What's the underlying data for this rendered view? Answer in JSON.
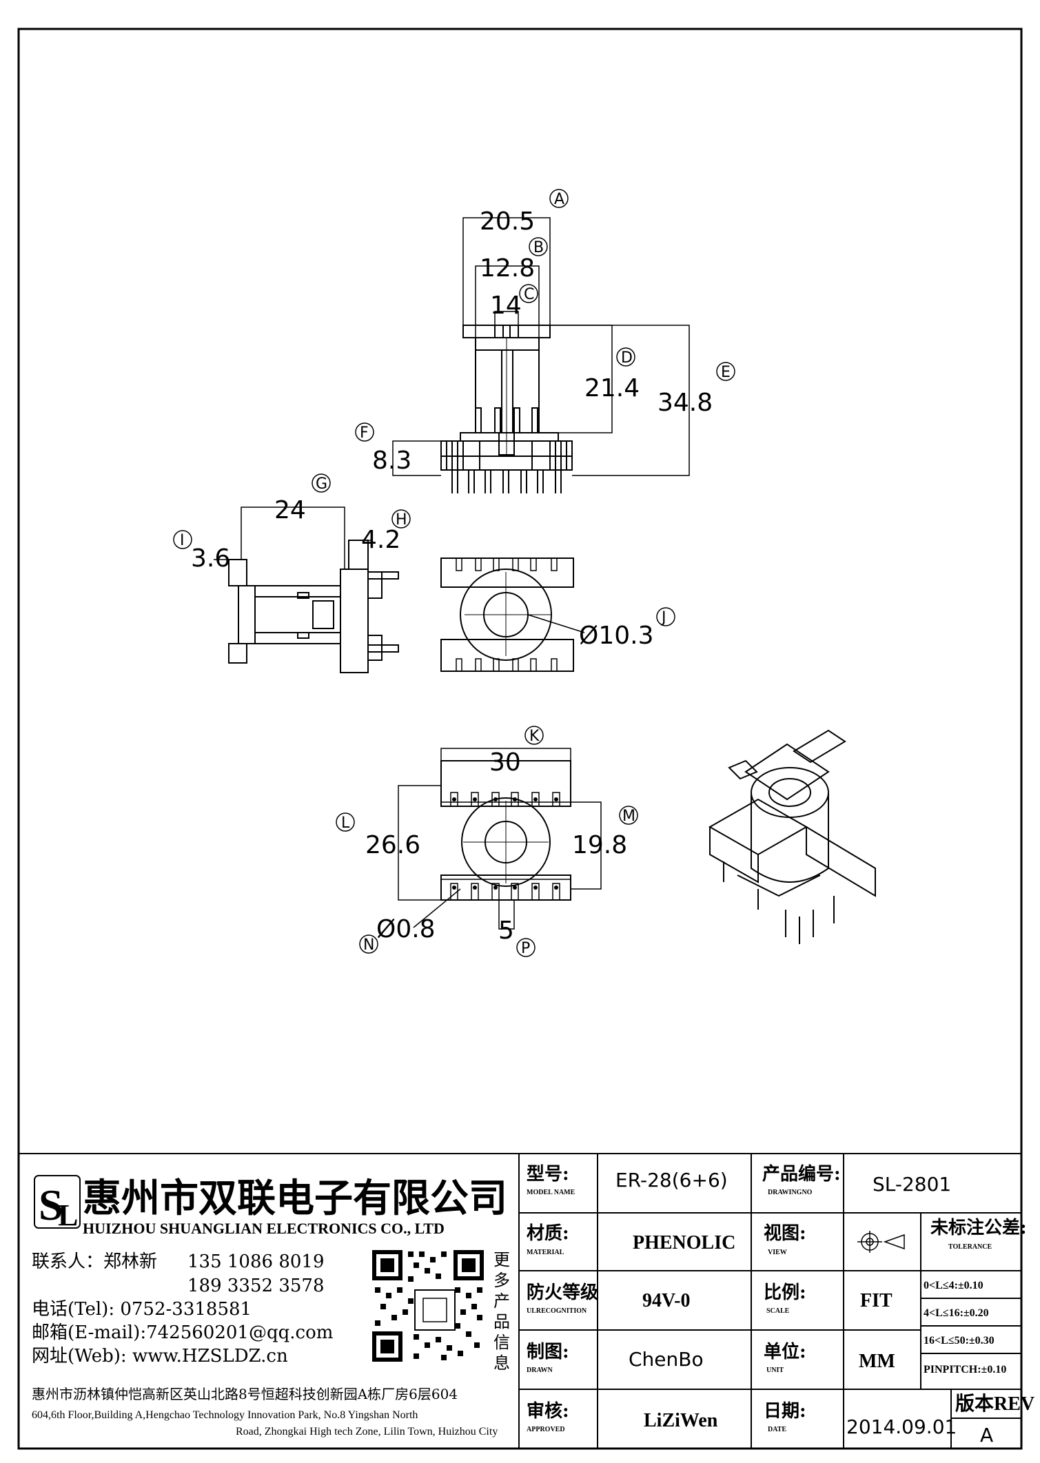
{
  "dimensions": {
    "A": {
      "tag": "A",
      "value": "20.5"
    },
    "B": {
      "tag": "B",
      "value": "12.8"
    },
    "C": {
      "tag": "C",
      "value": "14"
    },
    "D": {
      "tag": "D",
      "value": "21.4"
    },
    "E": {
      "tag": "E",
      "value": "34.8"
    },
    "F": {
      "tag": "F",
      "value": "8.3"
    },
    "G": {
      "tag": "G",
      "value": "24"
    },
    "H": {
      "tag": "H",
      "value": "4.2"
    },
    "I": {
      "tag": "I",
      "value": "3.6"
    },
    "J": {
      "tag": "J",
      "value": "Ø10.3"
    },
    "K": {
      "tag": "K",
      "value": "30"
    },
    "L": {
      "tag": "L",
      "value": "26.6"
    },
    "M": {
      "tag": "M",
      "value": "19.8"
    },
    "N": {
      "tag": "N",
      "value": "Ø0.8"
    },
    "P": {
      "tag": "P",
      "value": "5"
    }
  },
  "company": {
    "name_cn": "惠州市双联电子有限公司",
    "name_en": "HUIZHOU SHUANGLIAN ELECTRONICS CO., LTD",
    "contact_label": "联系人：郑林新",
    "phone1": "135 1086 8019",
    "phone2": "189 3352 3578",
    "tel": "电话(Tel): 0752-3318581",
    "email": "邮箱(E-mail):742560201@qq.com",
    "web": "网址(Web): www.HZSLDZ.cn",
    "qr_caption": [
      "更",
      "多",
      "产",
      "品",
      "信",
      "息"
    ],
    "address_cn": "惠州市沥林镇仲恺高新区英山北路8号恒超科技创新园A栋厂房6层604",
    "address_en_1": "604,6th Floor,Building A,Hengchao Technology Innovation Park, No.8 Yingshan North",
    "address_en_2": "Road, Zhongkai High tech Zone, Lilin Town, Huizhou City"
  },
  "title_block": {
    "model_label_cn": "型号:",
    "model_label_en": "MODEL NAME",
    "model_value": "ER-28(6+6)",
    "drawing_label_cn": "产品编号:",
    "drawing_label_en": "DRAWINGNO",
    "drawing_value": "SL-2801",
    "material_label_cn": "材质:",
    "material_label_en": "MATERIAL",
    "material_value": "PHENOLIC",
    "view_label_cn": "视图:",
    "view_label_en": "VIEW",
    "tolerance_label_cn": "未标注公差:",
    "tolerance_label_en": "TOLERANCE",
    "tolerances": [
      "0<L≤4:±0.10",
      "4<L≤16:±0.20",
      "16<L≤50:±0.30",
      "PINPITCH:±0.10"
    ],
    "fire_label_cn": "防火等级",
    "fire_label_en": "ULRECOGNITION",
    "fire_value": "94V-0",
    "scale_label_cn": "比例:",
    "scale_label_en": "SCALE",
    "scale_value": "FIT",
    "drawn_label_cn": "制图:",
    "drawn_label_en": "DRAWN",
    "drawn_value": "ChenBo",
    "unit_label_cn": "单位:",
    "unit_label_en": "UNIT",
    "unit_value": "MM",
    "approved_label_cn": "审核:",
    "approved_label_en": "APPROVED",
    "approved_value": "LiZiWen",
    "date_label_cn": "日期:",
    "date_label_en": "DATE",
    "date_value": "2014.09.01",
    "rev_label": "版本REV",
    "rev_value": "A"
  }
}
